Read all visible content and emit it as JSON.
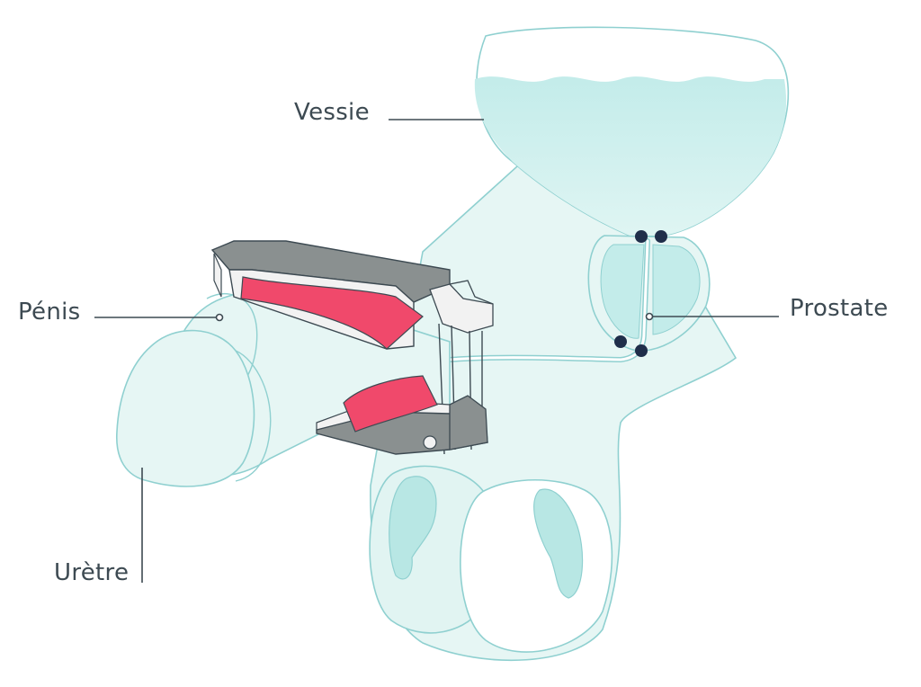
{
  "labels": {
    "bladder": "Vessie",
    "penis": "Pénis",
    "prostate": "Prostate",
    "urethra": "Urètre"
  },
  "colors": {
    "outline": "#8fd0d0",
    "tissue_fill": "#e6f6f4",
    "fluid_fill": "#c3ecea",
    "device_gray": "#8a9090",
    "device_light": "#f2f2f2",
    "cushion_red": "#f0496b",
    "sphincter_dots": "#1f2e4a",
    "leader_line": "#3d4a52"
  }
}
